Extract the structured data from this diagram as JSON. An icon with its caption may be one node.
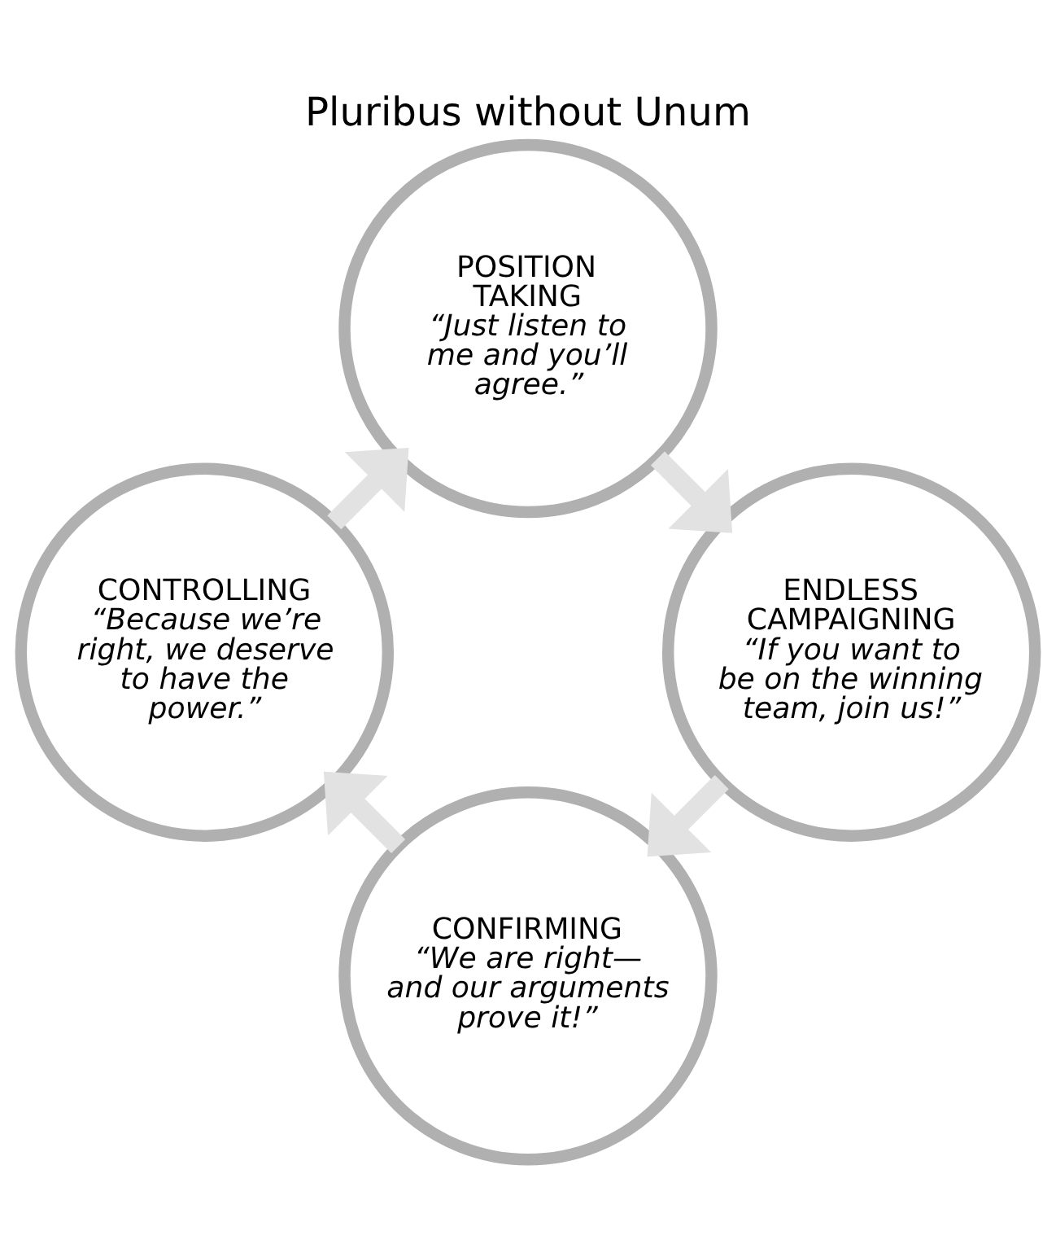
{
  "diagram": {
    "title": "Pluribus without Unum",
    "nodes": [
      {
        "text": [
          "CONFIRMING",
          "“We are right— and our arguments prove it!”"
        ]
      },
      {
        "text": [
          "CONTROLLING",
          "“Because we’re right, we deserve to have the power.”"
        ]
      },
      {
        "text": [
          "POSITION TAKING",
          "“Just listen to me and you’ll agree.”"
        ]
      },
      {
        "text": [
          "ENDLESS CAMPAIGNING",
          "“If you want to be on the winning team, join us!”"
        ]
      }
    ],
    "edges": [
      {
        "from": 0,
        "to": 1,
        "arrow": "to"
      },
      {
        "from": 1,
        "to": 2,
        "arrow": "to"
      },
      {
        "from": 2,
        "to": 3,
        "arrow": "to"
      },
      {
        "from": 3,
        "to": 0,
        "arrow": "to"
      }
    ]
  }
}
